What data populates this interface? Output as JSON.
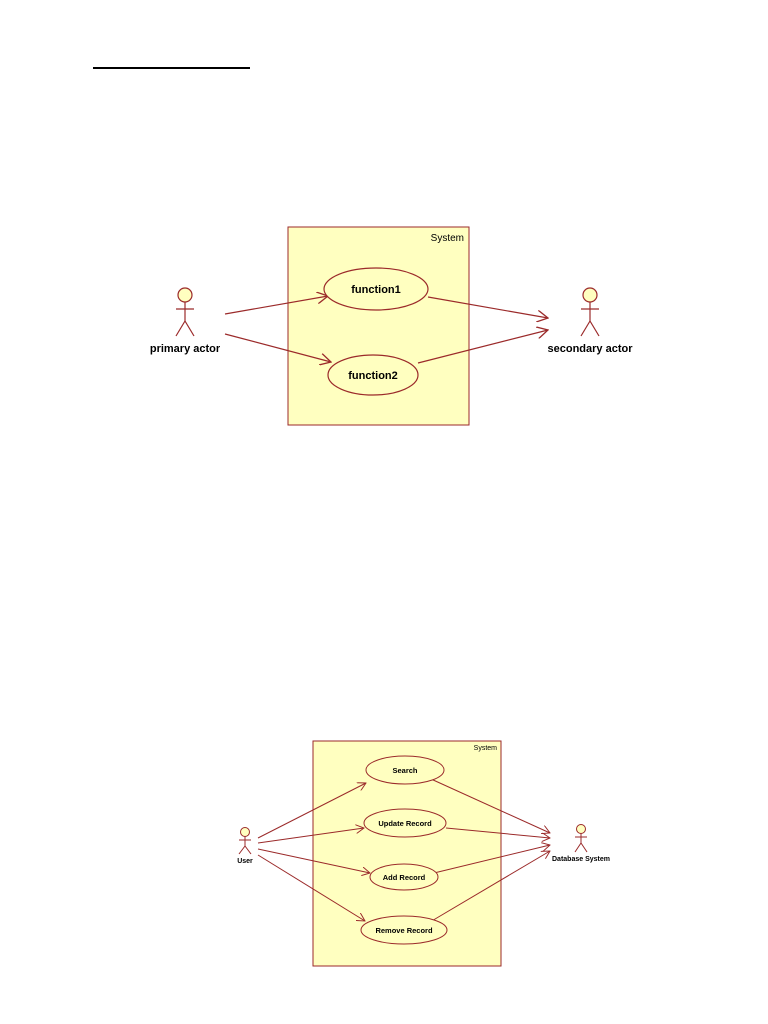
{
  "colors": {
    "boundary_fill": "#ffffc0",
    "boundary_stroke": "#9b2a2a",
    "ellipse_fill": "#ffffc0",
    "ellipse_stroke": "#9b2a2a",
    "arrow": "#9b2a2a",
    "actor_head": "#ffffc0",
    "actor_stroke": "#9b2a2a",
    "text": "#000000"
  },
  "diagrams": [
    {
      "system_label": "System",
      "use_cases": [
        {
          "label": "function1"
        },
        {
          "label": "function2"
        }
      ],
      "actors": [
        {
          "label": "primary actor"
        },
        {
          "label": "secondary actor"
        }
      ]
    },
    {
      "system_label": "System",
      "use_cases": [
        {
          "label": "Search"
        },
        {
          "label": "Update Record"
        },
        {
          "label": "Add Record"
        },
        {
          "label": "Remove Record"
        }
      ],
      "actors": [
        {
          "label": "User"
        },
        {
          "label": "Database System"
        }
      ]
    }
  ]
}
